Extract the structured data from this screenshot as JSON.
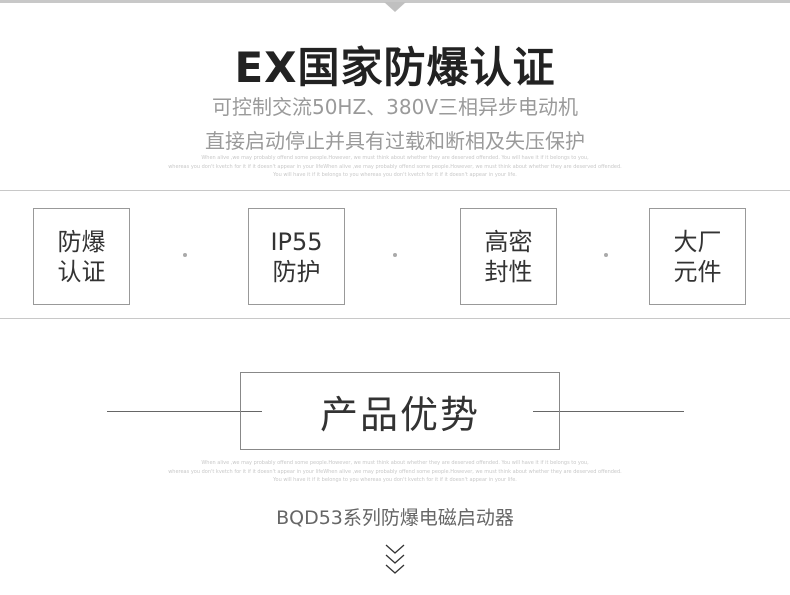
{
  "title": "EX国家防爆认证",
  "subtitle_lines": [
    "可控制交流50HZ、380V三相异步电动机",
    "直接启动停止并具有过载和断相及失压保护"
  ],
  "filler_lines": [
    "When alive ,we may probably offend some people.However, we must think about whether they are deserved offended. You will have it if it belongs to you,",
    "whereas you don't kvetch for it if it doesn't appear in your lifeWhen alive ,we may probably offend some people.However, we must think about whether they are deserved offended.",
    "You will have it if it belongs to you whereas you don't kvetch for it if it doesn't appear in your life."
  ],
  "features": [
    {
      "l1": "防爆",
      "l2": "认证"
    },
    {
      "l1": "IP55",
      "l2": "防护"
    },
    {
      "l1": "高密",
      "l2": "封性"
    },
    {
      "l1": "大厂",
      "l2": "元件"
    }
  ],
  "section_heading": "产品优势",
  "product_name": "BQD53系列防爆电磁启动器"
}
